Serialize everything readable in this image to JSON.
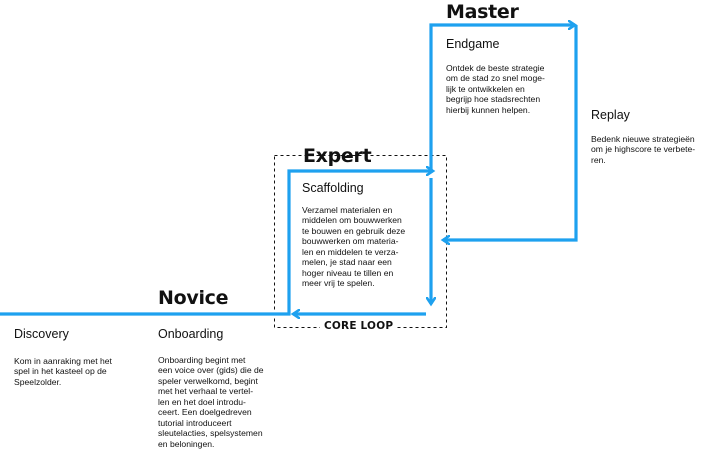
{
  "colors": {
    "flow": "#1ea1ef",
    "text": "#111111",
    "dashed_box": "#111111"
  },
  "levels": {
    "novice": "Novice",
    "expert": "Expert",
    "master": "Master"
  },
  "core_loop_label": "CORE LOOP",
  "stages": {
    "discovery": {
      "title": "Discovery",
      "description": "Kom in aanraking met het\nspel in het kasteel op de\nSpeelzolder."
    },
    "onboarding": {
      "title": "Onboarding",
      "description": "Onboarding begint met\neen voice over (gids) die de\nspeler verwelkomd, begint\nmet het verhaal te vertel-\nlen en het doel introdu-\nceert. Een doelgedreven\ntutorial introduceert\nsleutelacties, spelsystemen\nen beloningen."
    },
    "scaffolding": {
      "title": "Scaffolding",
      "description": "Verzamel materialen en\nmiddelen om bouwwerken\nte bouwen en gebruik deze\nbouwwerken om materia-\nlen en middelen te verza-\nmelen, je stad naar een\nhoger niveau te tillen en\nmeer vrij te spelen."
    },
    "endgame": {
      "title": "Endgame",
      "description": "Ontdek de beste strategie\nom de stad zo snel moge-\nlijk te ontwikkelen en\nbegrijp hoe stadsrechten\nhierbij kunnen helpen."
    },
    "replay": {
      "title": "Replay",
      "description": "Bedenk nieuwe strategieën\nom je highscore te verbete-\nren."
    }
  }
}
